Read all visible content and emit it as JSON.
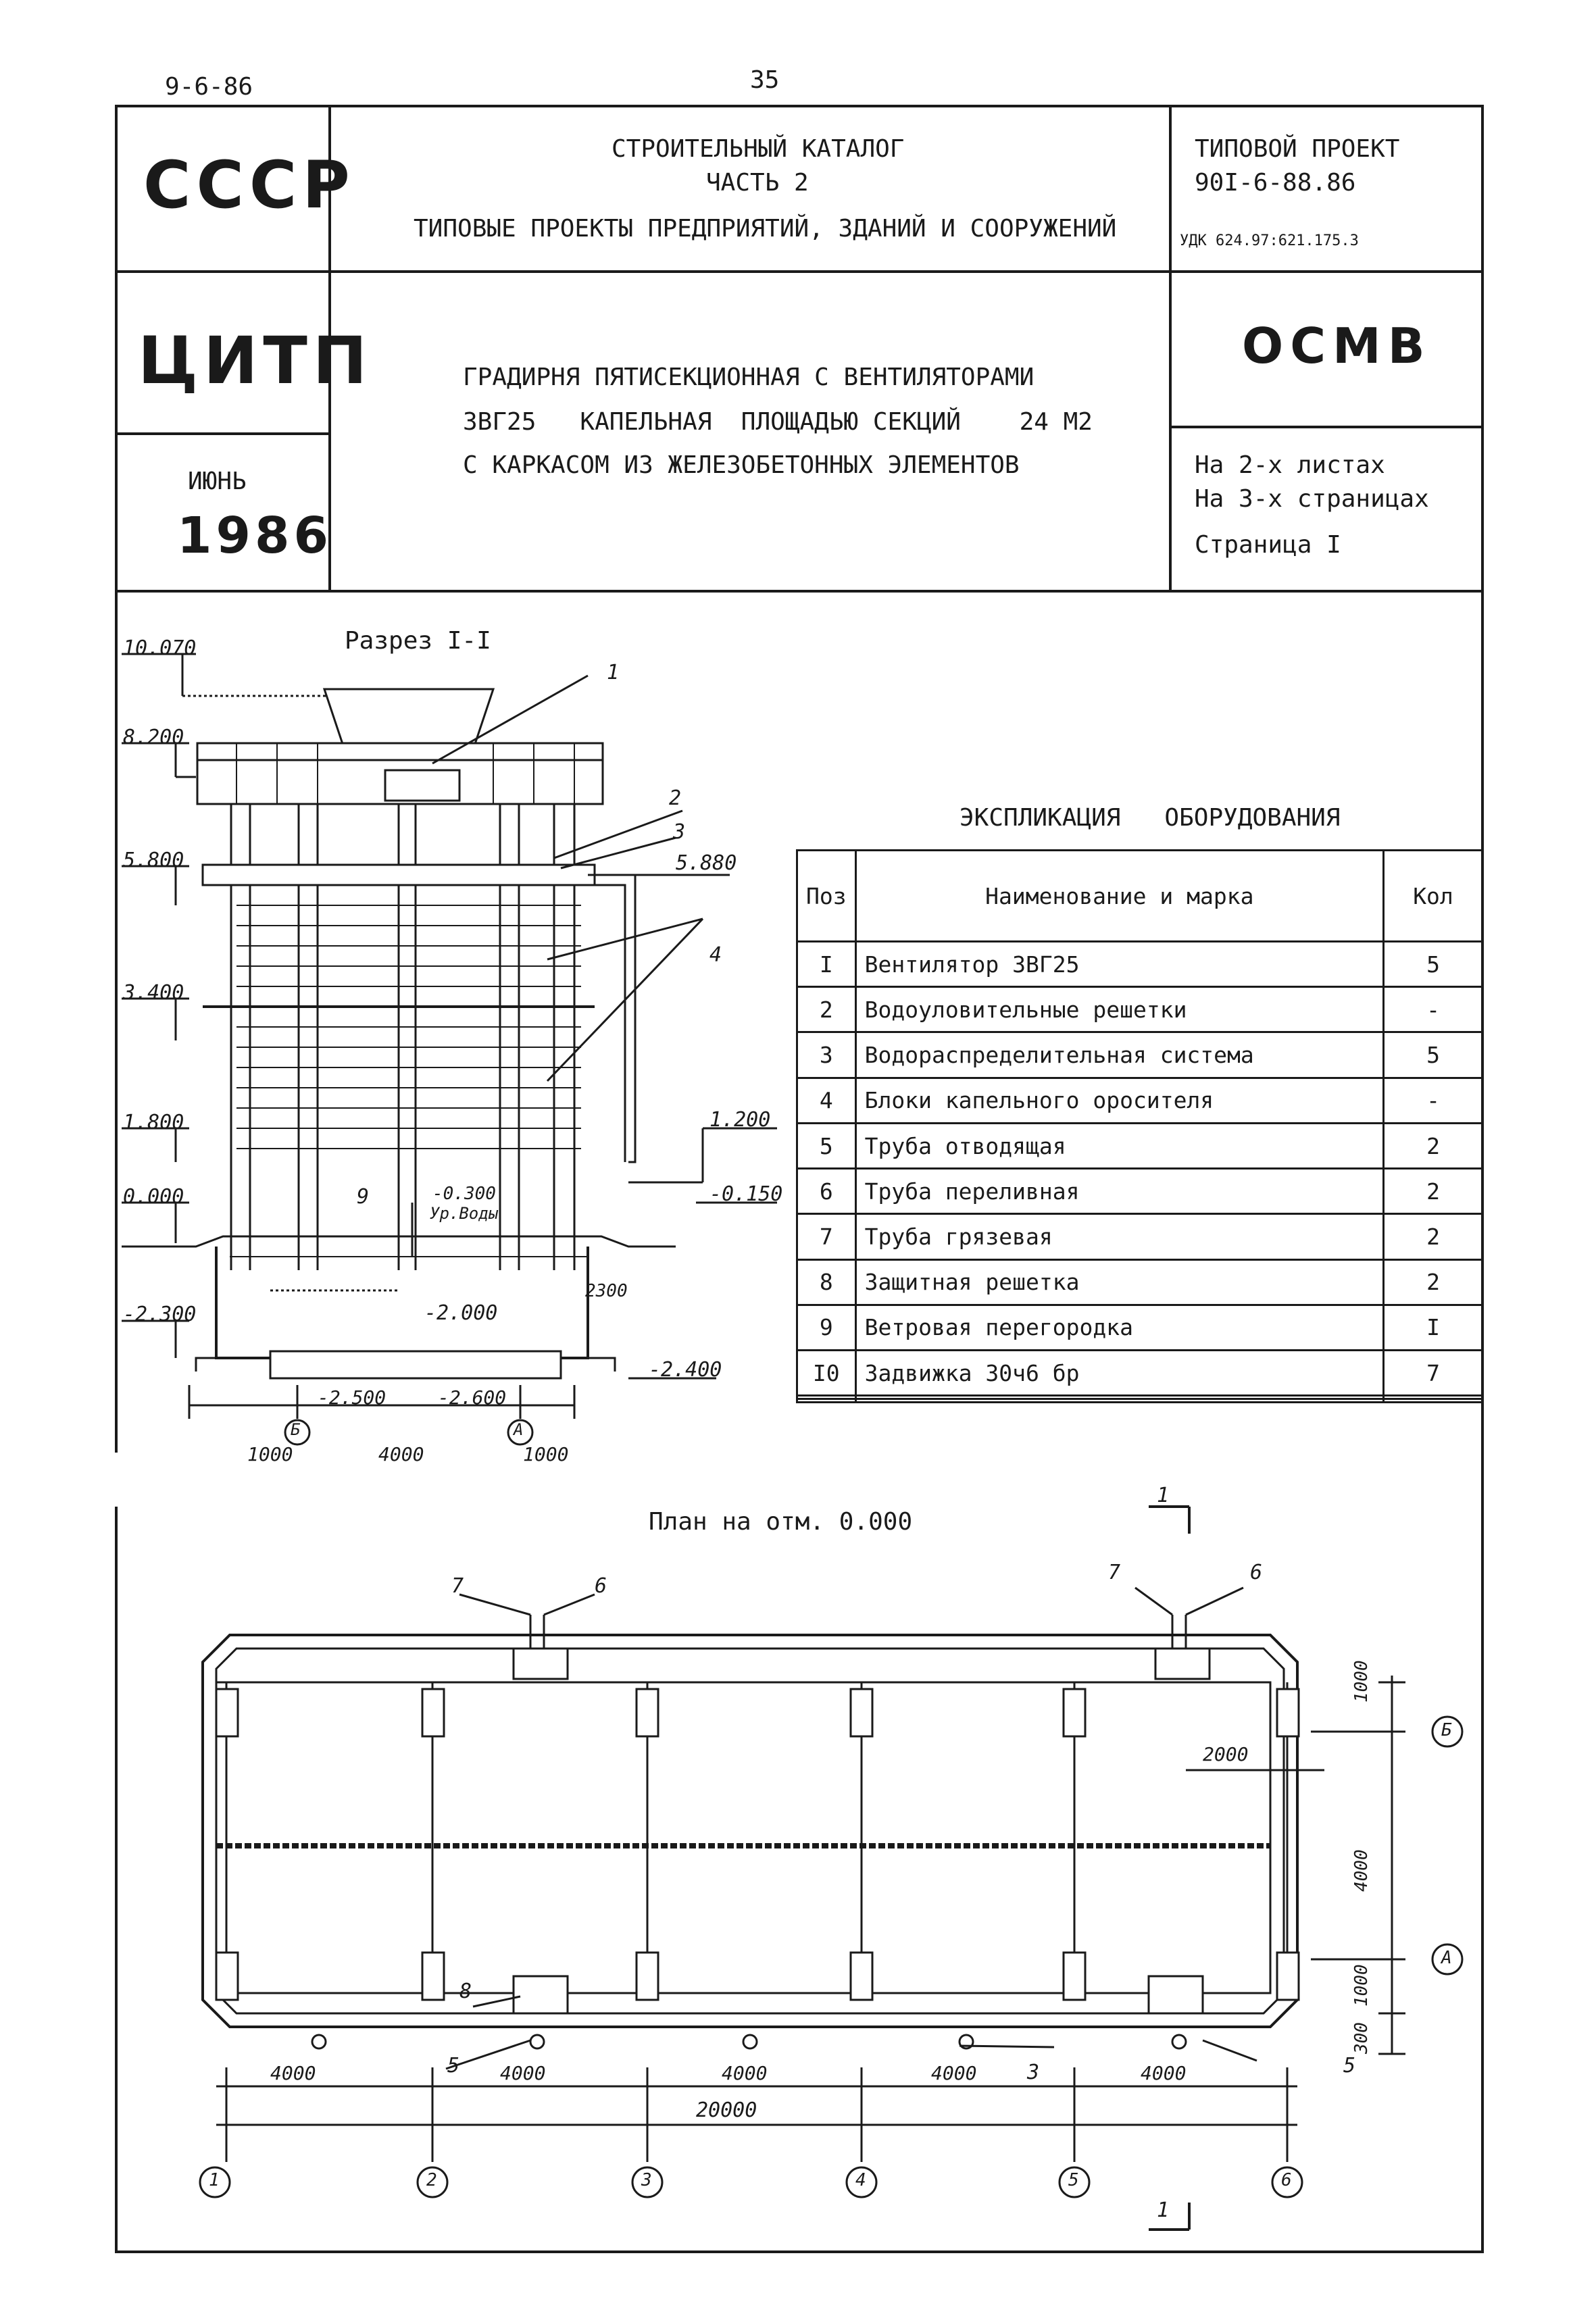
{
  "top": {
    "code": "9-6-86",
    "page_number": "35"
  },
  "header": {
    "org1": "СССР",
    "catalog_line1": "СТРОИТЕЛЬНЫЙ КАТАЛОГ",
    "catalog_line2": "ЧАСТЬ 2",
    "catalog_line3": "ТИПОВЫЕ ПРОЕКТЫ ПРЕДПРИЯТИЙ, ЗДАНИЙ И СООРУЖЕНИЙ",
    "project_label": "ТИПОВОЙ ПРОЕКТ",
    "project_number": "90I-6-88.86",
    "udk": "УДК 624.97:621.175.3",
    "org2": "ЦИТП",
    "title_line1": "ГРАДИРНЯ ПЯТИСЕКЦИОННАЯ С ВЕНТИЛЯТОРАМИ",
    "title_line2": "3ВГ25   КАПЕЛЬНАЯ  ПЛОЩАДЬЮ СЕКЦИЙ    24 М2",
    "title_line3": "С КАРКАСОМ ИЗ ЖЕЛЕЗОБЕТОННЫХ ЭЛЕМЕНТОВ",
    "code": "ОСМВ",
    "month": "ИЮНЬ",
    "year": "1986",
    "sheets": "На 2-х листах",
    "pages": "На 3-х страницах",
    "page": "Страница I"
  },
  "section": {
    "title": "Разрез I-I",
    "levels": [
      "10.070",
      "8.200",
      "5.800",
      "3.400",
      "1.800",
      "0.000",
      "-2.300"
    ],
    "right_levels": [
      "5.880",
      "1.200",
      "-0.150",
      "-2.400"
    ],
    "inner_levels": [
      "-0.300",
      "Ур.Воды",
      "-2.000",
      "-2.500",
      "-2.600",
      "2300"
    ],
    "callouts": [
      "1",
      "2",
      "3",
      "4",
      "9"
    ],
    "dims": [
      "1000",
      "4000",
      "1000"
    ],
    "axes": [
      "Б",
      "А"
    ]
  },
  "table": {
    "title": "ЭКСПЛИКАЦИЯ   ОБОРУДОВАНИЯ",
    "col_pos": "Поз",
    "col_name": "Наименование и марка",
    "col_qty": "Кол",
    "rows": [
      {
        "pos": "I",
        "name": "Вентилятор 3ВГ25",
        "qty": "5"
      },
      {
        "pos": "2",
        "name": "Водоуловительные решетки",
        "qty": "-"
      },
      {
        "pos": "3",
        "name": "Водораспределительная система",
        "qty": "5"
      },
      {
        "pos": "4",
        "name": "Блоки капельного оросителя",
        "qty": "-"
      },
      {
        "pos": "5",
        "name": "Труба отводящая",
        "qty": "2"
      },
      {
        "pos": "6",
        "name": "Труба переливная",
        "qty": "2"
      },
      {
        "pos": "7",
        "name": "Труба грязевая",
        "qty": "2"
      },
      {
        "pos": "8",
        "name": "Защитная решетка",
        "qty": "2"
      },
      {
        "pos": "9",
        "name": "Ветровая перегородка",
        "qty": "I"
      },
      {
        "pos": "I0",
        "name": "Задвижка 30ч6 бр",
        "qty": "7"
      }
    ]
  },
  "plan": {
    "title": "План на отм. 0.000",
    "section_mark": "1",
    "callouts": [
      "7",
      "6",
      "7",
      "6",
      "8",
      "5",
      "3",
      "5"
    ],
    "dims_bottom": [
      "4000",
      "4000",
      "4000",
      "4000",
      "4000"
    ],
    "dim_total": "20000",
    "dims_right": [
      "1000",
      "4000",
      "1000",
      "300"
    ],
    "dim_2000": "2000",
    "axes_x": [
      "1",
      "2",
      "3",
      "4",
      "5",
      "6"
    ],
    "axes_y": [
      "Б",
      "А"
    ]
  }
}
